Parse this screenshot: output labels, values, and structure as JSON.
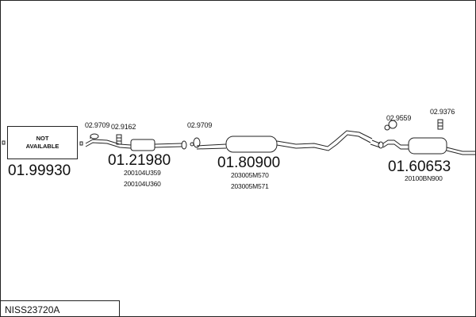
{
  "diagram": {
    "parts": [
      {
        "id": "front-pipe",
        "reference": "01.99930",
        "placeholder_line1": "NOT",
        "placeholder_line2": "AVAILABLE"
      },
      {
        "id": "intermediate-pipe",
        "reference": "01.21980",
        "sub_refs": [
          "200104U359",
          "200104U360"
        ]
      },
      {
        "id": "centre-silencer",
        "reference": "01.80900",
        "sub_refs": [
          "203005M570",
          "203005M571"
        ]
      },
      {
        "id": "rear-silencer",
        "reference": "01.60653",
        "sub_refs": [
          "20100BN900"
        ]
      }
    ],
    "fittings": [
      {
        "id": "f1",
        "reference": "02.9709"
      },
      {
        "id": "f2",
        "reference": "02.9162"
      },
      {
        "id": "f3",
        "reference": "02.9709"
      },
      {
        "id": "f4",
        "reference": "02.9559"
      },
      {
        "id": "f5",
        "reference": "02.9376"
      }
    ]
  },
  "footer": {
    "model_code": "NISS23720A"
  }
}
